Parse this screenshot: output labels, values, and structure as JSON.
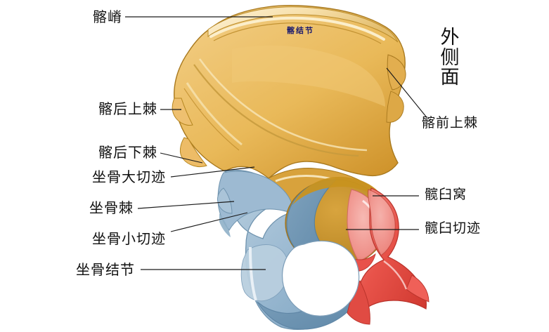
{
  "figure": {
    "view_title": "外侧面",
    "view_title_chars": [
      "外",
      "侧",
      "面"
    ],
    "inner_label": "髂结节",
    "colors": {
      "ilium": "#e8b34a",
      "ilium_light": "#f3d28a",
      "ilium_shadow": "#c08c26",
      "ischium": "#9bb8cf",
      "ischium_dark": "#6f97b4",
      "pubis": "#e8514a",
      "pubis_light": "#f39a93",
      "outline": "#6b5a30",
      "leader_line": "#1a1a1a",
      "background": "#ffffff",
      "inner_text": "#1b1b6e"
    }
  },
  "labels_left": [
    {
      "id": "iliac-crest",
      "text": "髂嵴"
    },
    {
      "id": "posterior-superior-iliac-spine",
      "text": "髂后上棘"
    },
    {
      "id": "posterior-inferior-iliac-spine",
      "text": "髂后下棘"
    },
    {
      "id": "greater-sciatic-notch",
      "text": "坐骨大切迹"
    },
    {
      "id": "ischial-spine",
      "text": "坐骨棘"
    },
    {
      "id": "lesser-sciatic-notch",
      "text": "坐骨小切迹"
    },
    {
      "id": "ischial-tuberosity",
      "text": "坐骨结节"
    }
  ],
  "labels_right": [
    {
      "id": "anterior-superior-iliac-spine",
      "text": "髂前上棘"
    },
    {
      "id": "acetabular-fossa",
      "text": "髋臼窝"
    },
    {
      "id": "acetabular-notch",
      "text": "髋臼切迹"
    }
  ]
}
